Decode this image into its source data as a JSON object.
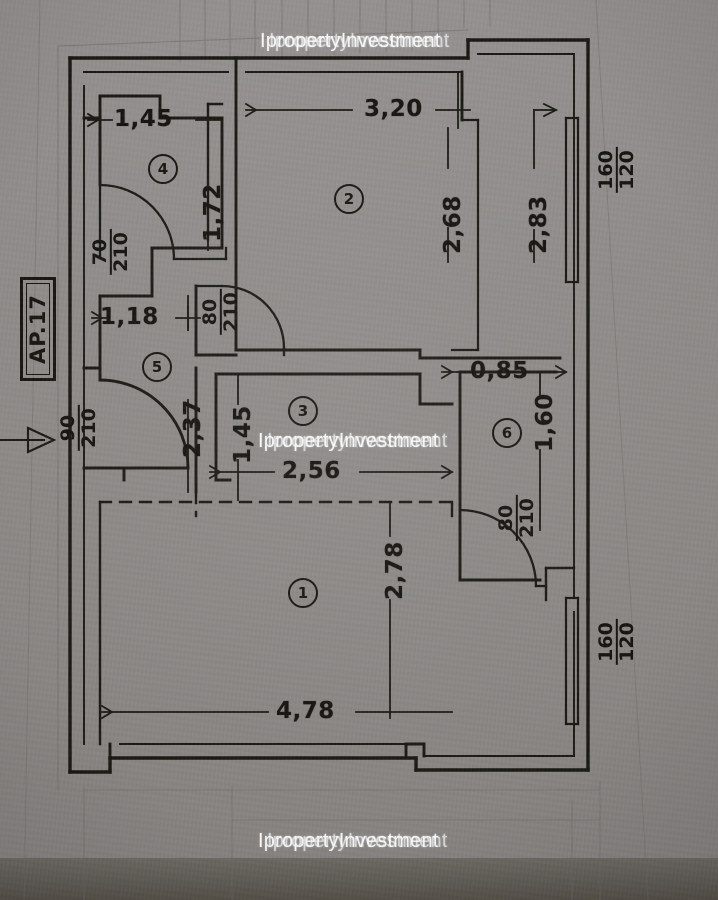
{
  "document": {
    "type": "architectural-floor-plan",
    "apartment_label": "AP.17",
    "units_note": "meters for dimensions; centimeters for door/window width/height"
  },
  "watermarks": [
    {
      "text": "IpropertyInvestment",
      "position": "top"
    },
    {
      "text": "IpropertyInvestment",
      "position": "middle"
    },
    {
      "text": "IpropertyInvestment",
      "position": "bottom"
    }
  ],
  "rooms": [
    {
      "number": "1",
      "width": "4,78",
      "height": "2,78"
    },
    {
      "number": "2",
      "width": "3,20",
      "height": "2,68"
    },
    {
      "number": "3",
      "width": "2,56",
      "height": "1,45"
    },
    {
      "number": "4",
      "width": "1,45",
      "height": "1,72"
    },
    {
      "number": "5",
      "width": "1,18",
      "height": "2,37"
    },
    {
      "number": "6",
      "width": "0,85",
      "height": "1,60"
    }
  ],
  "dimensions": {
    "d_1_45_room4": "1,45",
    "d_1_72": "1,72",
    "d_3_20": "3,20",
    "d_2_68": "2,68",
    "d_2_83": "2,83",
    "d_1_18": "1,18",
    "d_2_37": "2,37",
    "d_1_45_room3": "1,45",
    "d_2_56": "2,56",
    "d_0_85": "0,85",
    "d_1_60": "1,60",
    "d_4_78": "4,78",
    "d_2_78": "2,78"
  },
  "openings": [
    {
      "id": "door-entry",
      "num": "90",
      "den": "210"
    },
    {
      "id": "door-room4",
      "num": "70",
      "den": "210"
    },
    {
      "id": "door-room5",
      "num": "80",
      "den": "210"
    },
    {
      "id": "door-room6",
      "num": "80",
      "den": "210"
    },
    {
      "id": "window-top-right",
      "num": "160",
      "den": "120"
    },
    {
      "id": "window-bottom-right",
      "num": "160",
      "den": "120"
    }
  ],
  "colors": {
    "paper": "#8d8a87",
    "ink": "#17150f",
    "watermark": "#ffffff"
  }
}
